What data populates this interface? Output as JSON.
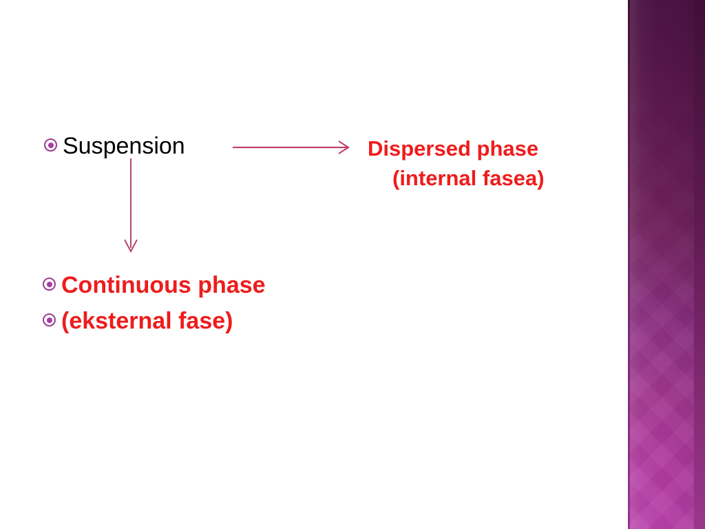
{
  "slide": {
    "background_color": "#ffffff",
    "bullets": [
      {
        "id": "suspension",
        "label": "Suspension",
        "color": "#000000",
        "bullet_icon": "ring-dot-bullet"
      },
      {
        "id": "continuous",
        "label": "Continuous phase",
        "color": "#ee1c1c",
        "bullet_icon": "ring-dot-bullet"
      },
      {
        "id": "eksternal",
        "label": "(eksternal fase)",
        "color": "#ee1c1c",
        "bullet_icon": "ring-dot-bullet"
      }
    ],
    "right_label": {
      "line1": "Dispersed phase",
      "line2": "(internal fasea)",
      "color": "#ee1c1c"
    },
    "arrows": [
      {
        "id": "arrow-right",
        "direction": "right",
        "color": "#c2446b"
      },
      {
        "id": "arrow-down",
        "direction": "down",
        "color": "#b2476f"
      }
    ]
  },
  "sidebar": {
    "name": "decorative-purple-gradient-bar",
    "gradient_top": "#4b1343",
    "gradient_mid": "#8e3185",
    "gradient_bottom": "#ba42ad",
    "edge_color": "#3e0f38",
    "pattern": "diamond-argyle"
  }
}
